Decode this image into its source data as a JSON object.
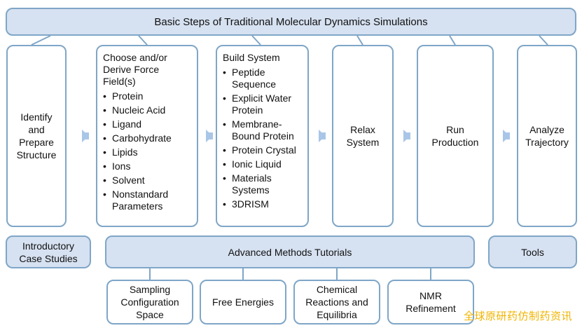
{
  "header": {
    "title": "Basic Steps of Traditional Molecular Dynamics Simulations"
  },
  "steps": {
    "identify": "Identify\nand\nPrepare\nStructure",
    "force_field": {
      "title": "Choose and/or\nDerive Force\nField(s)",
      "items": [
        "Protein",
        "Nucleic Acid",
        "Ligand",
        "Carbohydrate",
        "Lipids",
        "Ions",
        "Solvent",
        "Nonstandard\nParameters"
      ]
    },
    "build_system": {
      "title": "Build System",
      "items": [
        "Peptide\nSequence",
        "Explicit Water\nProtein",
        "Membrane-\nBound Protein",
        "Protein Crystal",
        "Ionic Liquid",
        "Materials\nSystems",
        "3DRISM"
      ]
    },
    "relax": "Relax\nSystem",
    "run": "Run\nProduction",
    "analyze": "Analyze\nTrajectory"
  },
  "bottom_row": {
    "introductory": "Introductory\nCase Studies",
    "advanced": "Advanced Methods Tutorials",
    "tools": "Tools"
  },
  "advanced_subtopics": [
    "Sampling\nConfiguration\nSpace",
    "Free Energies",
    "Chemical\nReactions and\nEquilibria",
    "NMR\nRefinement"
  ],
  "watermark": "全球原研药仿制药资讯",
  "colors": {
    "border": "#7fa6c7",
    "fill": "#d6e1f1",
    "arrow": "#a9c6e8",
    "watermark": "#f0b400"
  }
}
